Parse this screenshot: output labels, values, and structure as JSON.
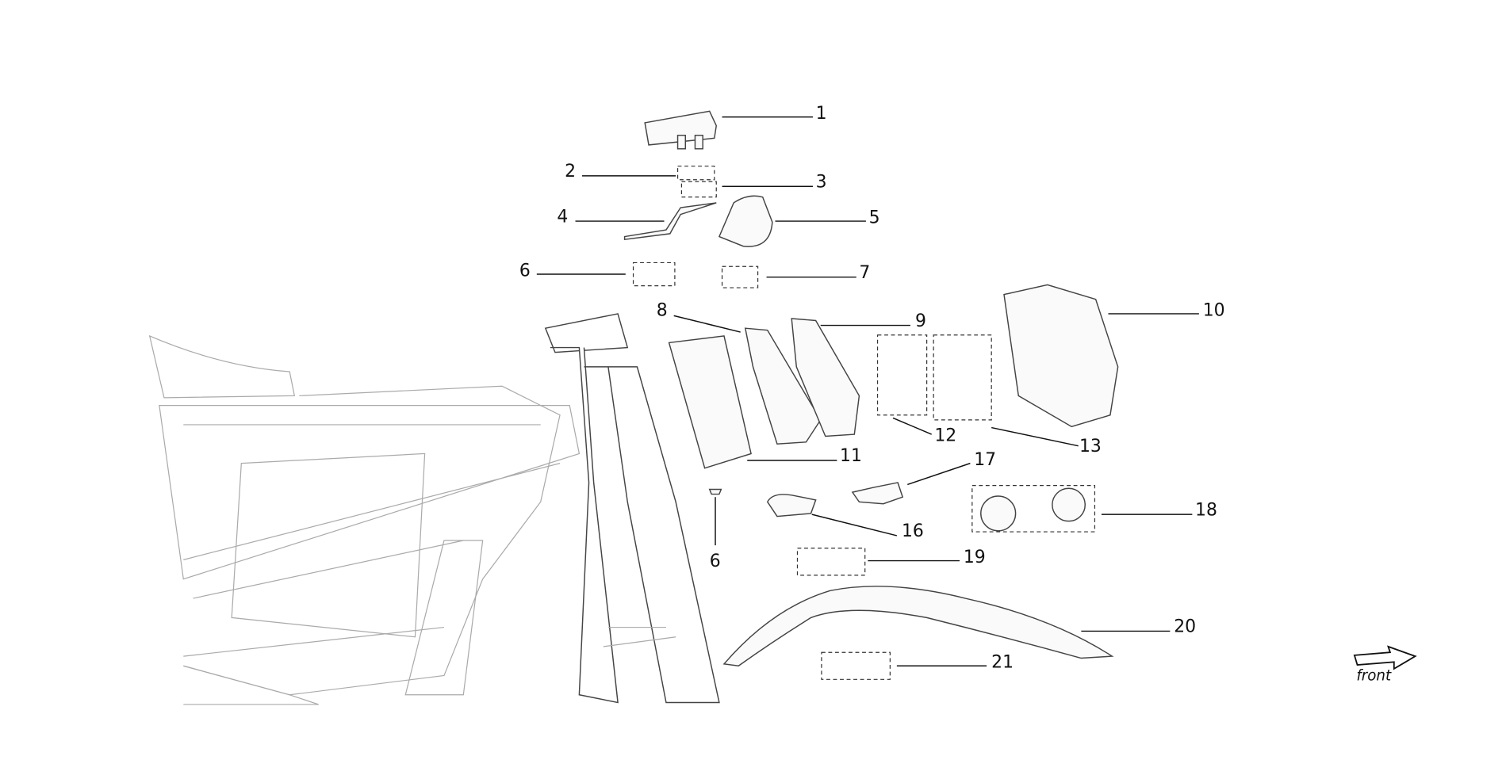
{
  "diagram": {
    "callouts": [
      {
        "id": "c1",
        "number": "1"
      },
      {
        "id": "c2",
        "number": "2"
      },
      {
        "id": "c3",
        "number": "3"
      },
      {
        "id": "c4",
        "number": "4"
      },
      {
        "id": "c5",
        "number": "5"
      },
      {
        "id": "c6a",
        "number": "6"
      },
      {
        "id": "c7",
        "number": "7"
      },
      {
        "id": "c8",
        "number": "8"
      },
      {
        "id": "c9",
        "number": "9"
      },
      {
        "id": "c10",
        "number": "10"
      },
      {
        "id": "c11",
        "number": "11"
      },
      {
        "id": "c12",
        "number": "12"
      },
      {
        "id": "c13",
        "number": "13"
      },
      {
        "id": "c16",
        "number": "16"
      },
      {
        "id": "c17",
        "number": "17"
      },
      {
        "id": "c18",
        "number": "18"
      },
      {
        "id": "c6b",
        "number": "6"
      },
      {
        "id": "c19",
        "number": "19"
      },
      {
        "id": "c20",
        "number": "20"
      },
      {
        "id": "c21",
        "number": "21"
      }
    ],
    "direction_label": "front"
  }
}
